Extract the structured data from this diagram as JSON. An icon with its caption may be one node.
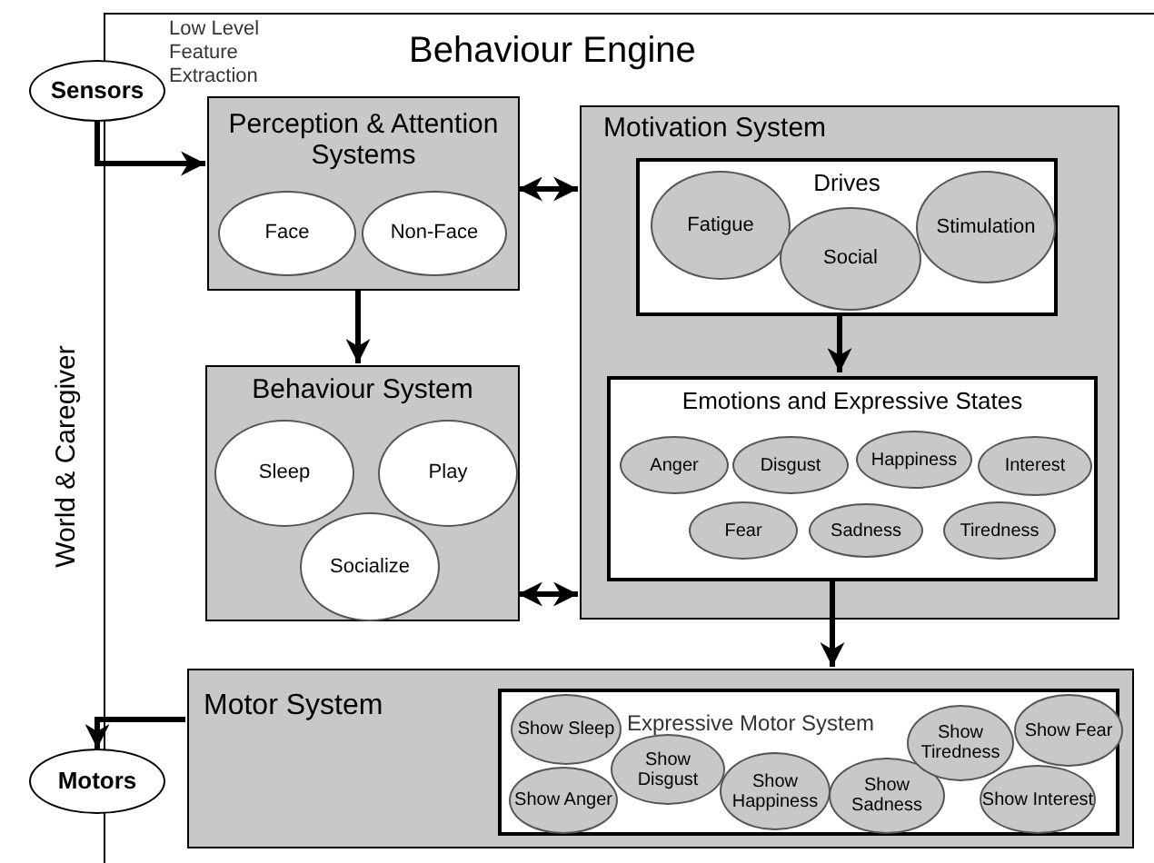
{
  "diagram": {
    "title": "Behaviour Engine",
    "nodes": [
      {
        "text": [],
        "shape": "box"
      },
      {
        "text": [
          "Sensors"
        ]
      },
      {
        "text": [
          "Perception & Attention Systems"
        ],
        "in": 0
      },
      {
        "text": [
          "Face"
        ],
        "in": 2
      },
      {
        "text": [
          "Non-Face"
        ],
        "in": 2
      },
      {
        "text": [
          "Motivation System"
        ],
        "in": 0
      },
      {
        "text": [
          "Drives"
        ],
        "in": 5
      },
      {
        "text": [
          "Fatigue"
        ],
        "in": 6
      },
      {
        "text": [
          "Social"
        ],
        "in": 6
      },
      {
        "text": [
          "Stimulation"
        ],
        "in": 6
      },
      {
        "text": [
          "Emotions and Expressive States"
        ],
        "in": 5
      },
      {
        "text": [
          "Anger"
        ],
        "in": 10
      },
      {
        "text": [
          "Disgust"
        ],
        "in": 10
      },
      {
        "text": [
          "Happiness"
        ],
        "in": 10
      },
      {
        "text": [
          "Interest"
        ],
        "in": 10
      },
      {
        "text": [
          "Fear"
        ],
        "in": 10
      },
      {
        "text": [
          "Sadness"
        ],
        "in": 10
      },
      {
        "text": [
          "Tiredness"
        ],
        "in": 10
      },
      {
        "text": [
          "Behaviour System"
        ],
        "in": 0
      },
      {
        "text": [
          "Sleep"
        ],
        "in": 18
      },
      {
        "text": [
          "Play"
        ],
        "in": 18
      },
      {
        "text": [
          "Socialize"
        ],
        "in": 18
      },
      {
        "text": [
          "Motor System"
        ],
        "in": 0
      },
      {
        "text": [
          "Expressive Motor System"
        ],
        "in": 22
      },
      {
        "text": [
          "Show Sleep"
        ],
        "in": 23
      },
      {
        "text": [
          "Show Anger"
        ],
        "in": 23
      },
      {
        "text": [
          "Show Disgust"
        ],
        "in": 23
      },
      {
        "text": [
          "Show Happiness"
        ],
        "in": 23
      },
      {
        "text": [
          "Show Sadness"
        ],
        "in": 23
      },
      {
        "text": [
          "Show Tiredness"
        ],
        "in": 23
      },
      {
        "text": [
          "Show Fear"
        ],
        "in": 23
      },
      {
        "text": [
          "Show Interest"
        ],
        "in": 23
      },
      {
        "text": [
          "Motors"
        ]
      }
    ],
    "edges": [
      {
        "from": 1,
        "to": 2,
        "arrow": "to"
      },
      {
        "from": 2,
        "to": 5,
        "arrow": "both"
      },
      {
        "from": 2,
        "to": 18,
        "arrow": "to"
      },
      {
        "from": 6,
        "to": 10,
        "arrow": "to"
      },
      {
        "from": 18,
        "to": 5,
        "arrow": "both"
      },
      {
        "from": 10,
        "to": 22,
        "arrow": "to"
      },
      {
        "from": 22,
        "to": 32,
        "arrow": "to"
      }
    ],
    "labels": [
      "Low Level Feature Extraction",
      "World & Caregiver"
    ]
  }
}
